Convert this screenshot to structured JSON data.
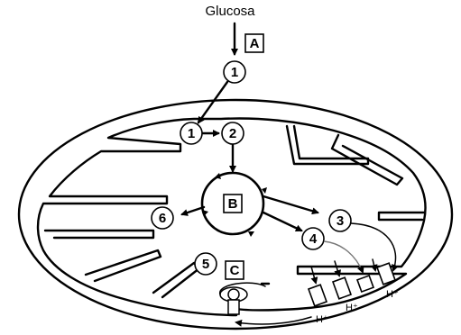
{
  "labels": {
    "substrate": "Glucosa",
    "box_a": "A",
    "box_b": "B",
    "box_c": "C",
    "n1_outside": "1",
    "n1_inside": "1",
    "n2": "2",
    "n3": "3",
    "n4": "4",
    "n5": "5",
    "n6": "6",
    "proton_1": "H⁺",
    "proton_2": "H⁺",
    "proton_3": "H⁺"
  }
}
